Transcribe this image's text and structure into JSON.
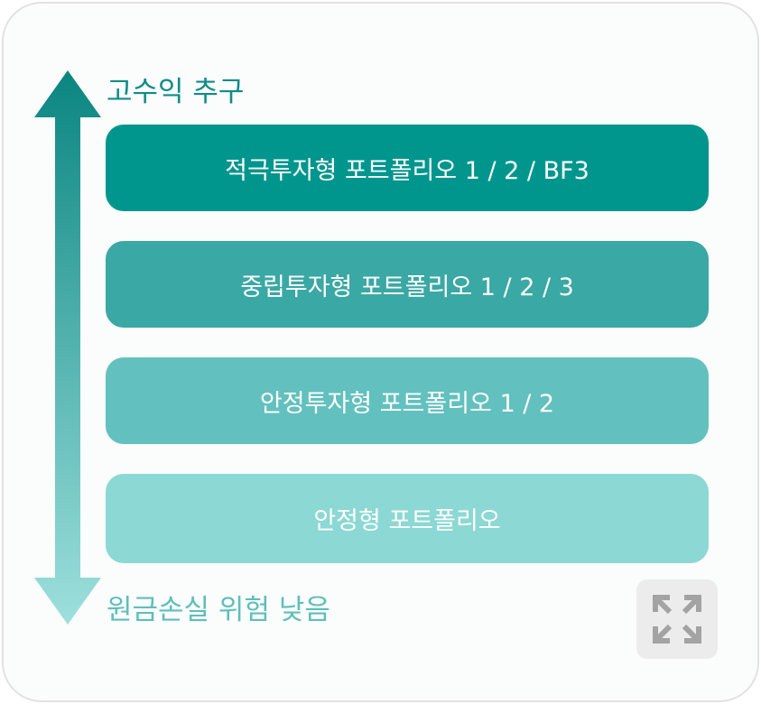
{
  "labels": {
    "top": "고수익 추구",
    "bottom": "원금손실 위험 낮음"
  },
  "portfolios": [
    {
      "label": "적극투자형 포트폴리오 1 / 2 / BF3",
      "color": "#00968e"
    },
    {
      "label": "중립투자형 포트폴리오 1 / 2 / 3",
      "color": "#3aa8a4"
    },
    {
      "label": "안정투자형 포트폴리오 1 / 2",
      "color": "#62c1be"
    },
    {
      "label": "안정형 포트폴리오",
      "color": "#8bd8d4"
    }
  ],
  "expand_icon": "expand-icon"
}
